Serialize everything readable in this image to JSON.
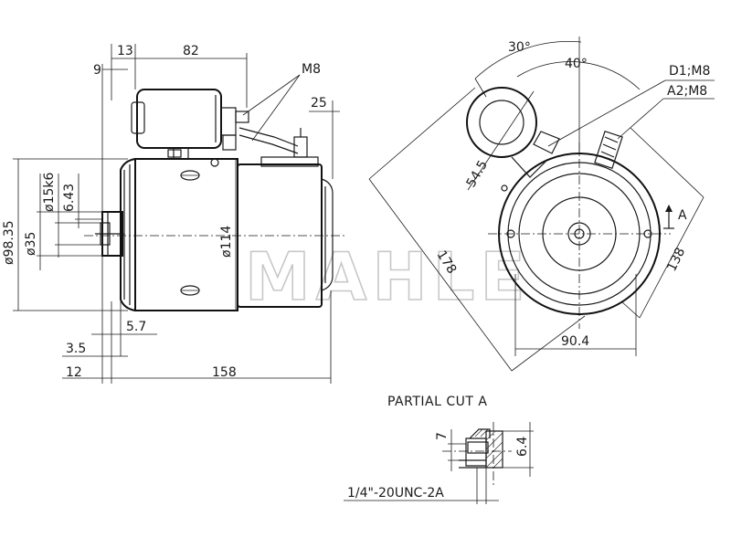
{
  "side_view": {
    "dim_13": "13",
    "dim_82": "82",
    "dim_9": "9",
    "dim_M8": "M8",
    "dim_25": "25",
    "dim_dia98_35": "ø98.35",
    "dim_dia15k6": "ø15k6",
    "dim_6_43": "6.43",
    "dim_dia35": "ø35",
    "dim_dia114": "ø114",
    "dim_5_7": "5.7",
    "dim_3_5": "3.5",
    "dim_12": "12",
    "dim_158": "158"
  },
  "end_view": {
    "dim_30deg": "30°",
    "dim_40deg": "40°",
    "label_D1": "D1;M8",
    "label_A2": "A2;M8",
    "dim_54_5": "54.5",
    "dim_178": "178",
    "dim_138": "138",
    "dim_90_4": "90.4",
    "section_marker": "A"
  },
  "partial_cut": {
    "caption": "PARTIAL CUT A",
    "dim_7": "7",
    "dim_6_4": "6.4",
    "thread": "1/4\"-20UNC-2A"
  },
  "watermark": "MAHLE"
}
